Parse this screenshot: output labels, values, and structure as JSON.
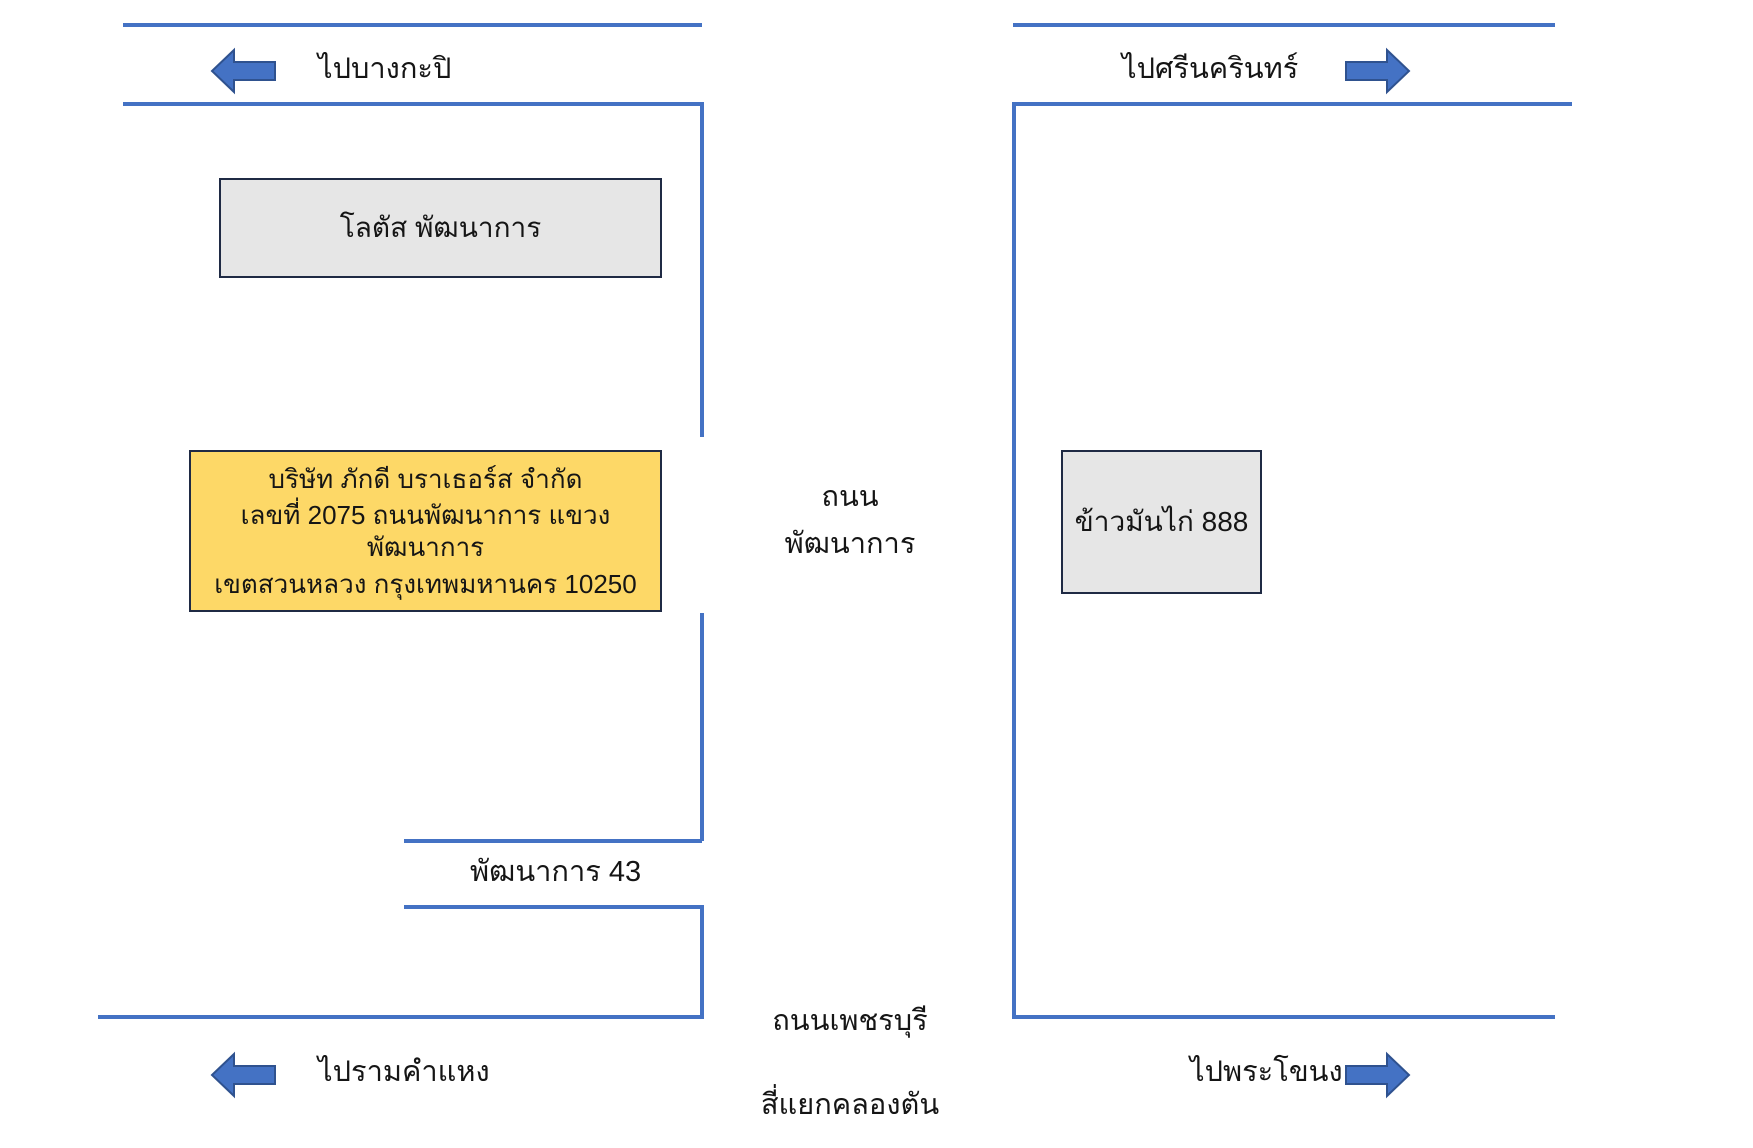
{
  "colors": {
    "road_line": "#4472c4",
    "arrow_fill": "#4472c4",
    "arrow_stroke": "#2f528f",
    "box_gray": "#e6e6e6",
    "box_yellow": "#fdd867",
    "box_border": "#1f2a44"
  },
  "directions": {
    "top_left": "ไปบางกะปิ",
    "top_right": "ไปศรีนครินทร์",
    "bottom_left": "ไปรามคำแหง",
    "bottom_right": "ไปพระโขนง"
  },
  "roads": {
    "main_road_line1": "ถนน",
    "main_road_line2": "พัฒนาการ",
    "soi": "พัฒนาการ 43",
    "petchaburi": "ถนนเพชรบุรี",
    "intersection": "สี่แยกคลองตัน"
  },
  "landmarks": {
    "lotus": "โลตัส พัฒนาการ",
    "chicken_rice": "ข้าวมันไก่ 888"
  },
  "company": {
    "name": "บริษัท ภักดี บราเธอร์ส จำกัด",
    "address_line1": "เลขที่ 2075 ถนนพัฒนาการ แขวงพัฒนาการ",
    "address_line2": "เขตสวนหลวง กรุงเทพมหานคร 10250"
  },
  "icons": {
    "arrow_left": "arrow-left-icon",
    "arrow_right": "arrow-right-icon"
  }
}
